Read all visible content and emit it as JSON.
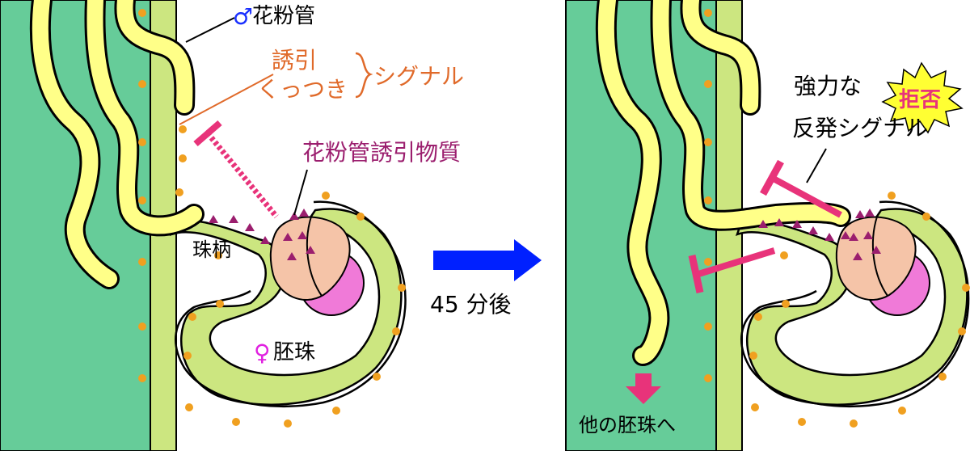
{
  "left_panel": {
    "pollen_tube_label": "花粉管",
    "male_symbol": "♂",
    "signal_line1": "誘引",
    "signal_line2": "くっつき",
    "signal_word": "シグナル",
    "attractant_label": "花粉管誘引物質",
    "funiculus_label": "珠柄",
    "female_symbol": "♀",
    "ovule_label": "胚珠"
  },
  "arrow": {
    "label": "45 分後"
  },
  "right_panel": {
    "strong_prefix": "強力な",
    "rejection_label": "拒否",
    "repulsion_label": "反発シグナル",
    "other_ovule_label": "他の胚珠へ"
  },
  "colors": {
    "placenta_dark": "#66cc99",
    "placenta_light": "#cce680",
    "pollen_tube": "#ffff88",
    "dots": "#f0a020",
    "signal": "#e8337a",
    "attractant": "#9b1e6e",
    "synergid": "#f5c4a8",
    "egg": "#f07ad8",
    "orange_text": "#e06a2a",
    "arrow_blue": "#0020ff"
  }
}
